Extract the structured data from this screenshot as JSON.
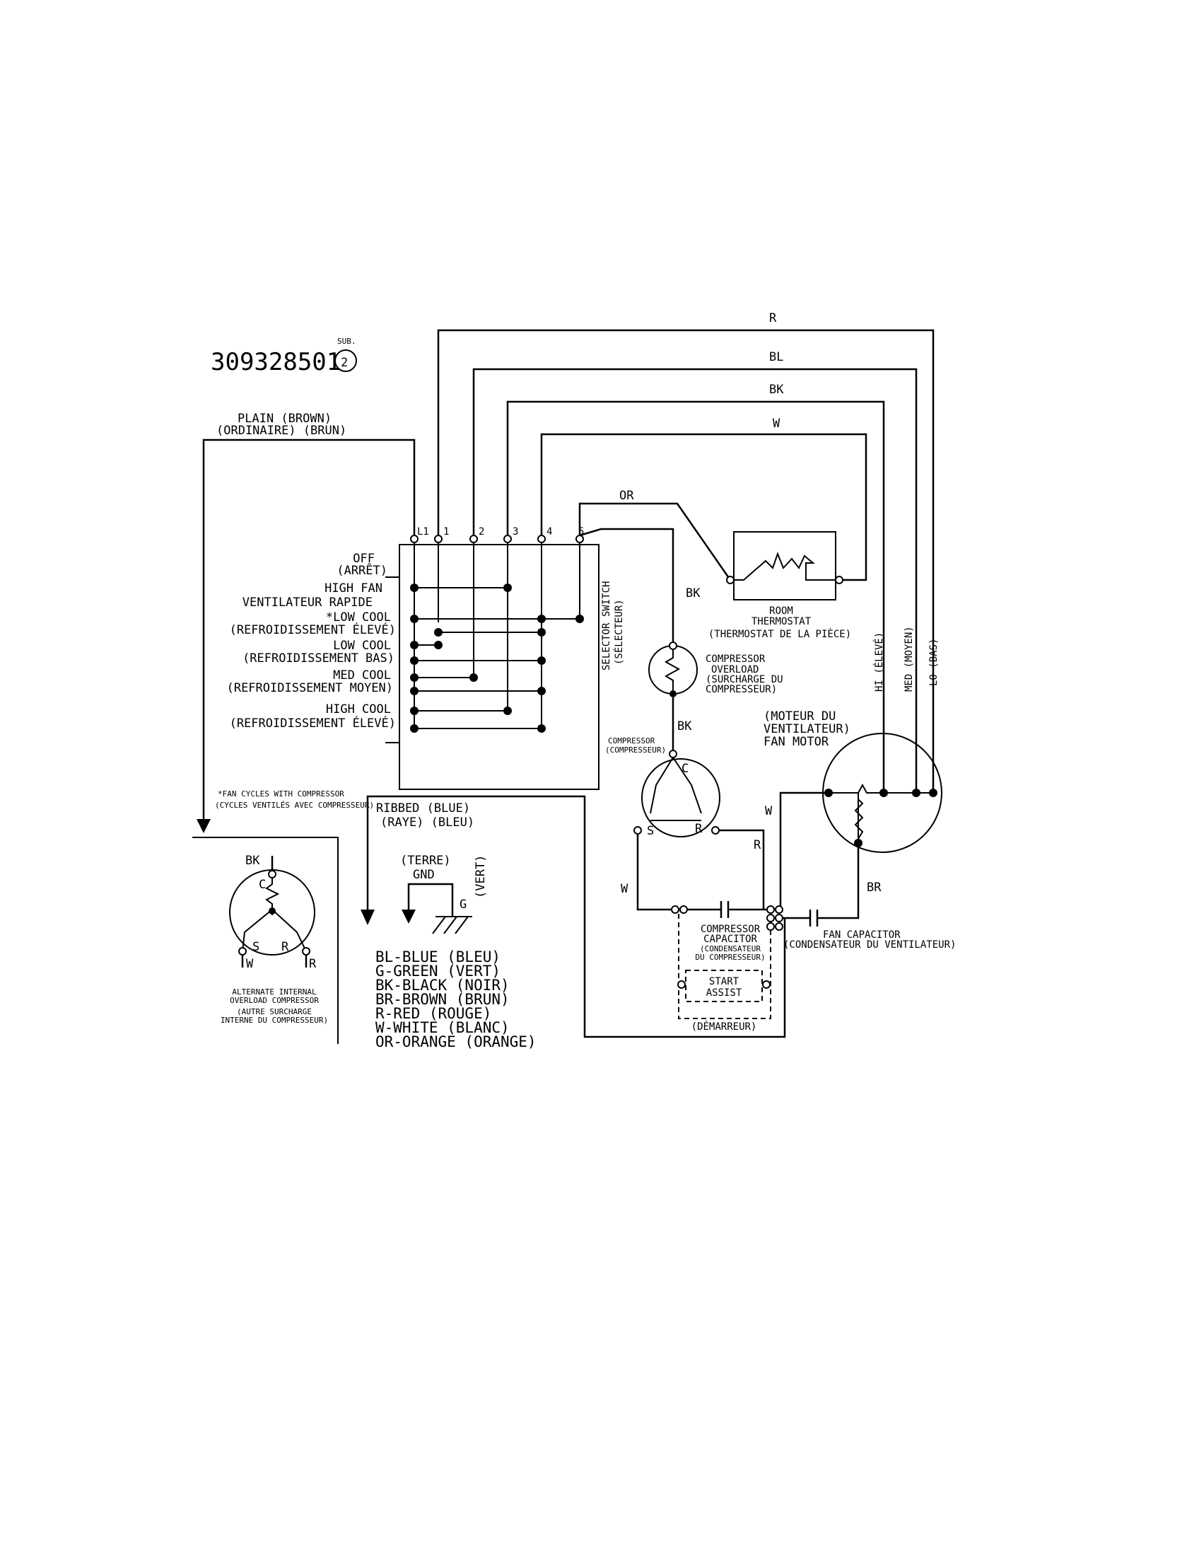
{
  "part_number": "309328501",
  "sub_label": "SUB.",
  "sub_number": "2",
  "wire_labels": {
    "r": "R",
    "bl": "BL",
    "bk": "BK",
    "w": "W",
    "or": "OR",
    "bk_overload_in": "BK",
    "bk_overload_out": "BK",
    "w_fan": "W",
    "w_comp": "W",
    "r_comp": "R",
    "br": "BR"
  },
  "plain_wire": {
    "line1": "PLAIN   (BROWN)",
    "line2": "(ORDINAIRE)  (BRUN)"
  },
  "switch_terminals": [
    "L1",
    "1",
    "2",
    "3",
    "4",
    "5"
  ],
  "switch_positions": [
    {
      "line1": "OFF",
      "line2": "(ARRÊT)"
    },
    {
      "line1": "HIGH FAN",
      "line2": "VENTILATEUR RAPIDE"
    },
    {
      "line1": "*LOW COOL",
      "line2": "(REFROIDISSEMENT ÉLEVÉ)"
    },
    {
      "line1": "LOW COOL",
      "line2": "(REFROIDISSEMENT BAS)"
    },
    {
      "line1": "MED COOL",
      "line2": "(REFROIDISSEMENT MOYEN)"
    },
    {
      "line1": "HIGH COOL",
      "line2": "(REFROIDISSEMENT ÉLEVÉ)"
    }
  ],
  "selector_switch": {
    "line1": "SELECTOR SWITCH",
    "line2": "(SÉLECTEUR)"
  },
  "room_thermostat": {
    "line1": "ROOM",
    "line2": "THERMOSTAT",
    "line3": "(THERMOSTAT DE LA PIÈCE)"
  },
  "compressor_overload": {
    "line1": "COMPRESSOR",
    "line2": "OVERLOAD",
    "line3": "(SURCHARGE DU",
    "line4": "COMPRESSEUR)"
  },
  "compressor": {
    "line1": "COMPRESSOR",
    "line2": "(COMPRESSEUR)",
    "c": "C",
    "s": "S",
    "r": "R"
  },
  "fan_motor": {
    "line1": "(MOTEUR DU",
    "line2": "VENTILATEUR)",
    "line3": "FAN MOTOR"
  },
  "fan_speeds": {
    "hi": "HI (ÉLEVÉ)",
    "med": "MED (MOYEN)",
    "lo": "LO (BAS)"
  },
  "compressor_capacitor": {
    "line1": "COMPRESSOR",
    "line2": "CAPACITOR",
    "line3": "(CONDENSATEUR",
    "line4": "DU COMPRESSEUR)"
  },
  "start_assist": {
    "line1": "START",
    "line2": "ASSIST",
    "line3": "(DÉMARREUR)"
  },
  "fan_capacitor": {
    "line1": "FAN CAPACITOR",
    "line2": "(CONDENSATEUR DU VENTILATEUR)"
  },
  "fan_note": {
    "line1": "*FAN CYCLES WITH COMPRESSOR",
    "line2": "(CYCLES VENTILÉS AVEC COMPRESSEUR)"
  },
  "ribbed_wire": {
    "line1": "RIBBED   (BLUE)",
    "line2": "(RAYE)   (BLEU)"
  },
  "ground": {
    "line1": "(TERRE)",
    "line2": "GND",
    "g": "G",
    "vert": "(VERT)"
  },
  "alt_compressor": {
    "bk": "BK",
    "c": "C",
    "s": "S",
    "r": "R",
    "w": "W",
    "r_wire": "R",
    "line1": "ALTERNATE INTERNAL",
    "line2": "OVERLOAD COMPRESSOR",
    "line3": "(AUTRE SURCHARGE",
    "line4": "INTERNE DU COMPRESSEUR)"
  },
  "color_legend": [
    "BL-BLUE (BLEU)",
    "G-GREEN (VERT)",
    "BK-BLACK (NOIR)",
    "BR-BROWN (BRUN)",
    "R-RED (ROUGE)",
    "W-WHITE (BLANC)",
    "OR-ORANGE (ORANGE)"
  ]
}
